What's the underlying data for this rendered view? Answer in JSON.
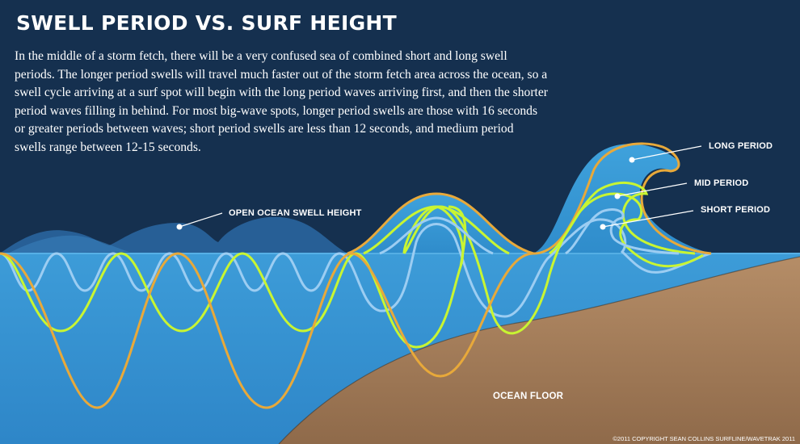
{
  "title": "SWELL PERIOD VS. SURF HEIGHT",
  "description": "In the middle of a storm fetch, there will be a very confused sea of combined short and long swell periods. The longer period swells will travel much faster out of the storm fetch area across the ocean, so a swell cycle arriving at a surf spot will begin with the long period waves arriving first, and then the shorter period waves filling in behind. For most big-wave spots, longer period swells are those with 16 seconds or greater periods between waves; short period swells are less than 12 seconds, and medium period swells range between 12-15 seconds.",
  "labels": {
    "open_ocean": "OPEN OCEAN SWELL HEIGHT",
    "long_period": "LONG PERIOD",
    "mid_period": "MID PERIOD",
    "short_period": "SHORT PERIOD",
    "ocean_floor": "OCEAN FLOOR"
  },
  "copyright": "©2011 COPYRIGHT  SEAN COLLINS  SURFLINE/WAVETRAK 2011",
  "colors": {
    "background": "#15304f",
    "water": "#3d9cd8",
    "long_period": "#e8a93a",
    "mid_period": "#c8f532",
    "short_period": "#9ccdf2",
    "ocean_floor": "#a57f5c"
  }
}
